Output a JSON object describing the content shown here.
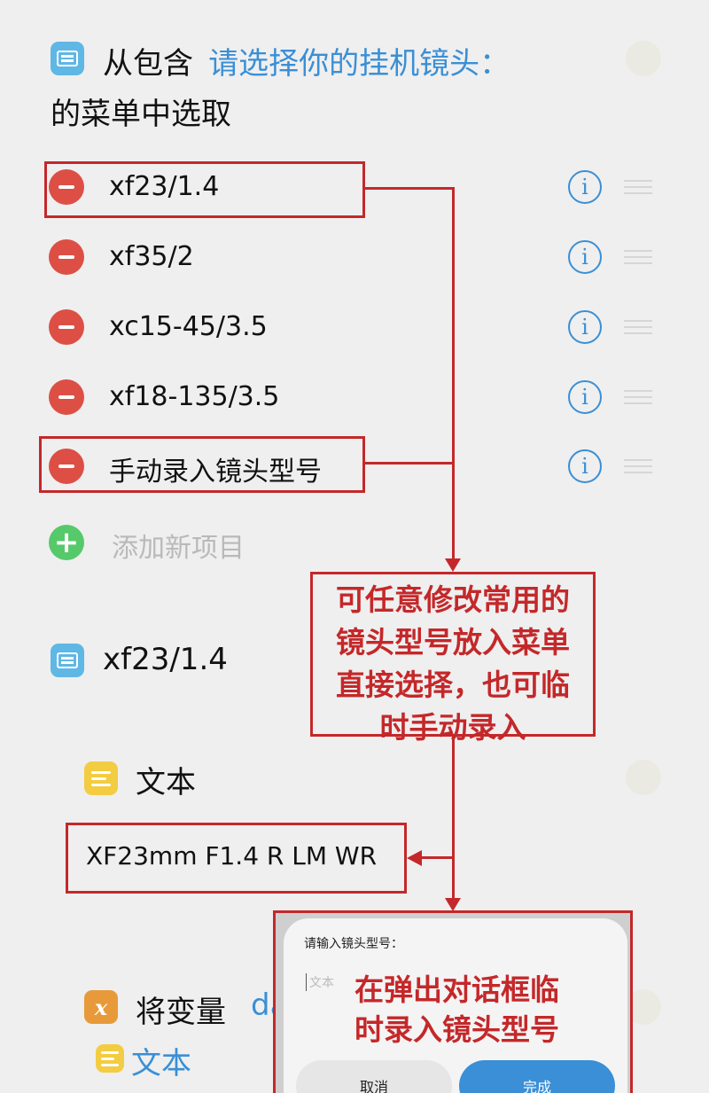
{
  "header": {
    "prefix": "从包含",
    "prompt": "请选择你的挂机镜头：",
    "suffix": "的菜单中选取"
  },
  "menu_items": [
    {
      "label": "xf23/1.4"
    },
    {
      "label": "xf35/2"
    },
    {
      "label": "xc15-45/3.5"
    },
    {
      "label": "xf18-135/3.5"
    },
    {
      "label": "手动录入镜头型号"
    }
  ],
  "add_item_label": "添加新项目",
  "info_glyph": "i",
  "plus_glyph": "+",
  "case_title": "xf23/1.4",
  "text_action": {
    "title": "文本",
    "value": "XF23mm F1.4 R LM WR"
  },
  "variable_action": {
    "icon_glyph": "x",
    "title": "将变量",
    "var_partial": "da",
    "text_label": "文本"
  },
  "callout_main": "可任意修改常用的镜头型号放入菜单直接选择，也可临时手动录入",
  "callout_main_lines": [
    "可任意修改常用的",
    "镜头型号放入菜单",
    "直接选择，也可临",
    "时手动录入"
  ],
  "dialog": {
    "title": "请输入镜头型号：",
    "placeholder": "文本",
    "cancel_label": "取消",
    "done_label": "完成",
    "annotation_lines": [
      "在弹出对话框临",
      "时录入镜头型号"
    ]
  },
  "colors": {
    "accent_blue": "#3a8fd6",
    "annotation_red": "#c4282a",
    "delete_red": "#dd4f45",
    "add_green": "#56c96b",
    "text_yellow": "#f3cc42",
    "variable_orange": "#e89a3a"
  }
}
